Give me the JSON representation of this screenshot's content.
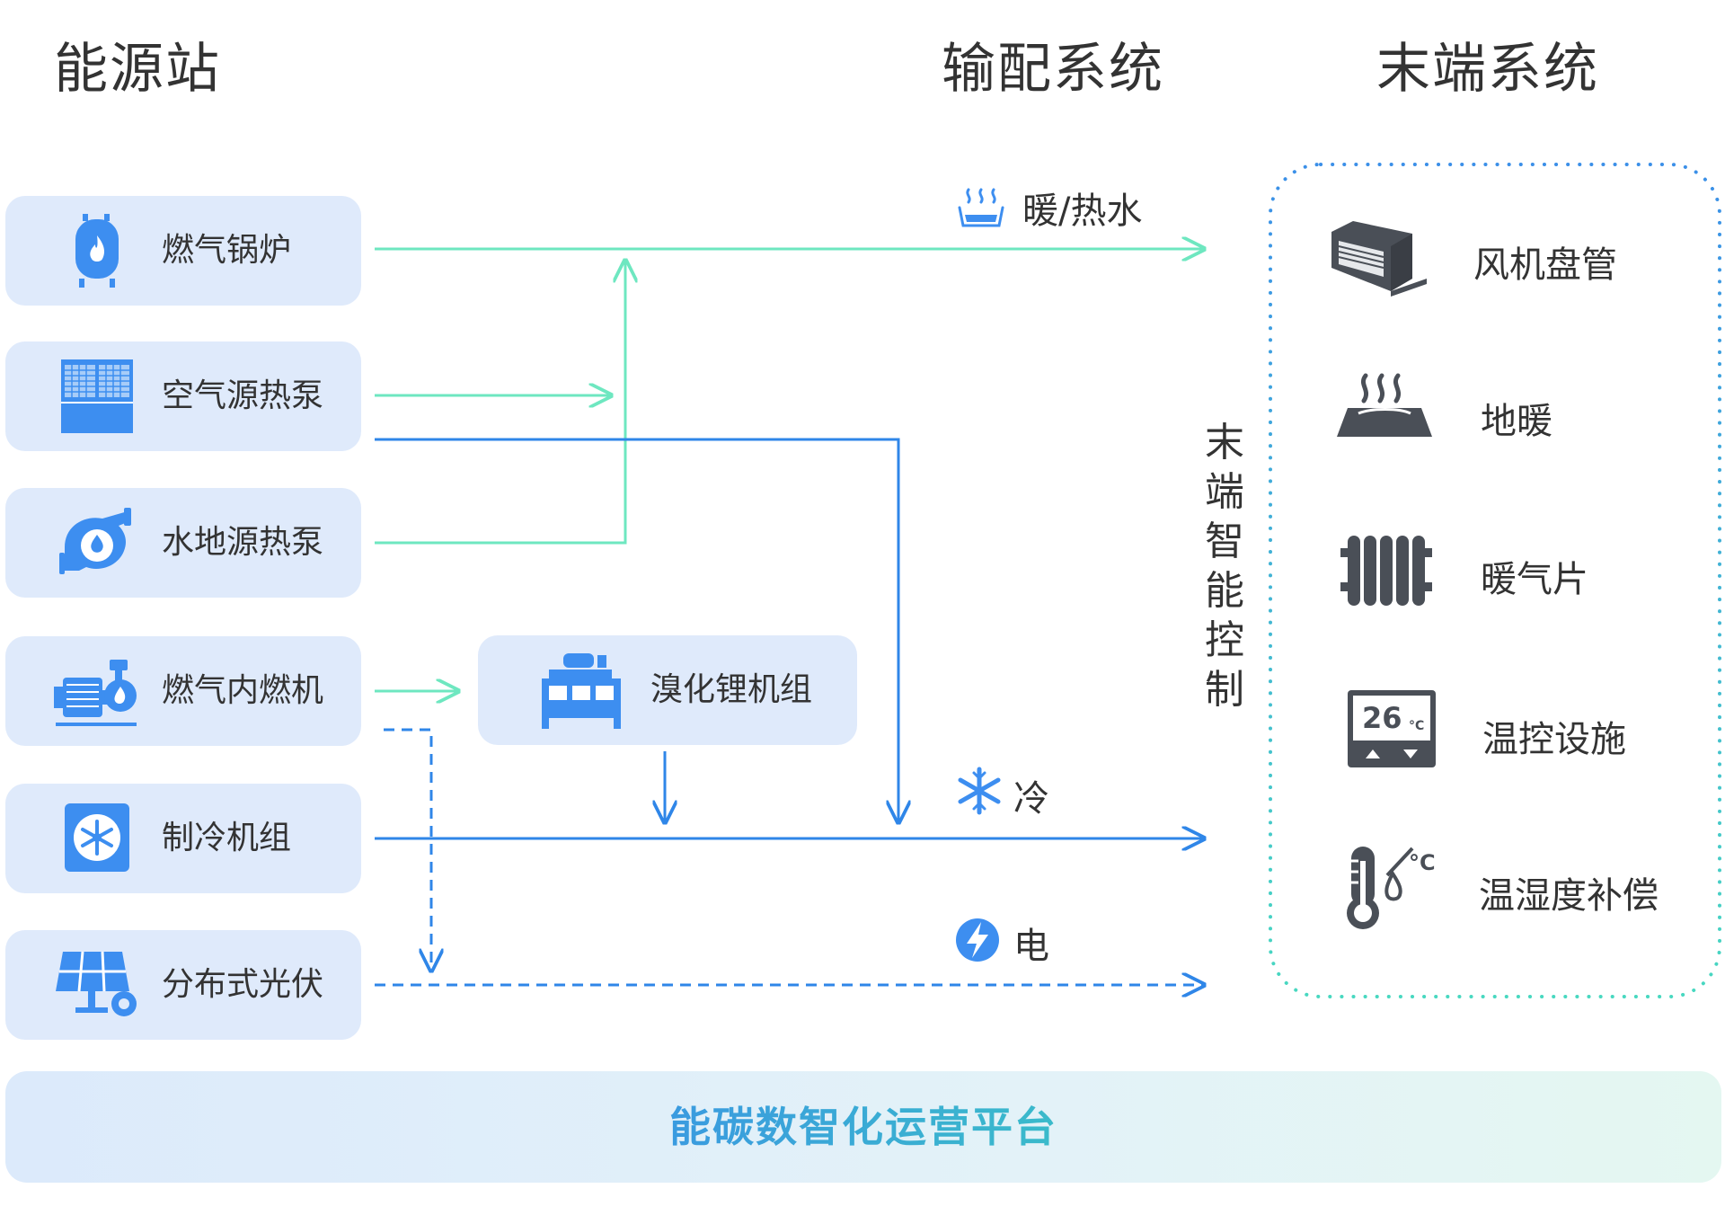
{
  "headers": {
    "source": "能源站",
    "distribution": "输配系统",
    "terminal": "末端系统"
  },
  "sources": [
    {
      "label": "燃气锅炉",
      "icon": "gas-boiler-icon"
    },
    {
      "label": "空气源热泵",
      "icon": "air-source-heat-pump-icon"
    },
    {
      "label": "水地源热泵",
      "icon": "water-source-heat-pump-icon"
    },
    {
      "label": "燃气内燃机",
      "icon": "gas-engine-icon"
    },
    {
      "label": "制冷机组",
      "icon": "chiller-icon"
    },
    {
      "label": "分布式光伏",
      "icon": "solar-panel-icon"
    }
  ],
  "middle": {
    "label": "溴化锂机组",
    "icon": "lithium-bromide-unit-icon"
  },
  "flows": {
    "heat": {
      "label": "暖/热水",
      "icon": "hot-water-icon"
    },
    "cold": {
      "label": "冷",
      "icon": "snowflake-icon"
    },
    "power": {
      "label": "电",
      "icon": "lightning-icon"
    }
  },
  "control": [
    "末",
    "端",
    "智",
    "能",
    "控",
    "制"
  ],
  "terminals": [
    {
      "label": "风机盘管",
      "icon": "fan-coil-icon"
    },
    {
      "label": "地暖",
      "icon": "floor-heating-icon"
    },
    {
      "label": "暖气片",
      "icon": "radiator-icon"
    },
    {
      "label": "温控设施",
      "icon": "thermostat-icon",
      "display": "26",
      "unit": "°C"
    },
    {
      "label": "温湿度补偿",
      "icon": "thermometer-humidity-icon",
      "unit": "°C"
    }
  ],
  "platform": {
    "label": "能碳数智化运营平台"
  },
  "colors": {
    "heat": "#6ee7c0",
    "cold": "#2f86e8",
    "icon_blue": "#3d8ef0",
    "icon_dark": "#4a4f57",
    "box": "#dfeafb"
  }
}
